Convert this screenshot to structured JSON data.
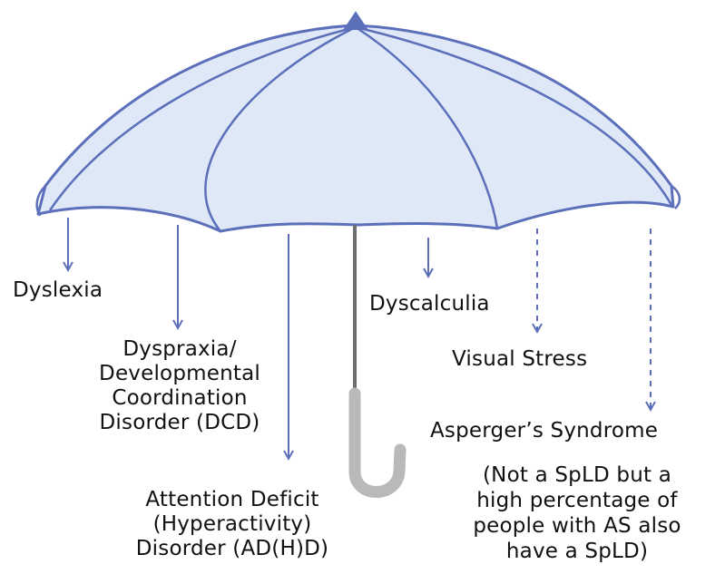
{
  "colors": {
    "canopy_fill": "#dfe8f6",
    "canopy_stroke": "#5b6fba",
    "shaft": "#6d6d6d",
    "handle": "#b9b9b9",
    "arrow": "#5b6fba",
    "text": "#111111"
  },
  "labels": {
    "dyslexia": "Dyslexia",
    "dyspraxia": [
      "Dyspraxia/",
      "Developmental",
      "Coordination",
      "Disorder (DCD)"
    ],
    "attention": [
      "Attention Deficit",
      "(Hyperactivity)",
      "Disorder (AD(H)D)"
    ],
    "dyscalculia": "Dyscalculia",
    "visual_stress": "Visual Stress",
    "asperger_title": "Asperger’s Syndrome",
    "asperger_note": [
      "(Not a SpLD but a",
      "high percentage of",
      "people with AS also",
      "have a SpLD)"
    ]
  },
  "arrows": [
    {
      "name": "dyslexia",
      "style": "solid"
    },
    {
      "name": "dyspraxia",
      "style": "solid"
    },
    {
      "name": "attention",
      "style": "solid"
    },
    {
      "name": "dyscalculia",
      "style": "solid"
    },
    {
      "name": "visual-stress",
      "style": "dashed"
    },
    {
      "name": "asperger",
      "style": "dashed"
    }
  ]
}
